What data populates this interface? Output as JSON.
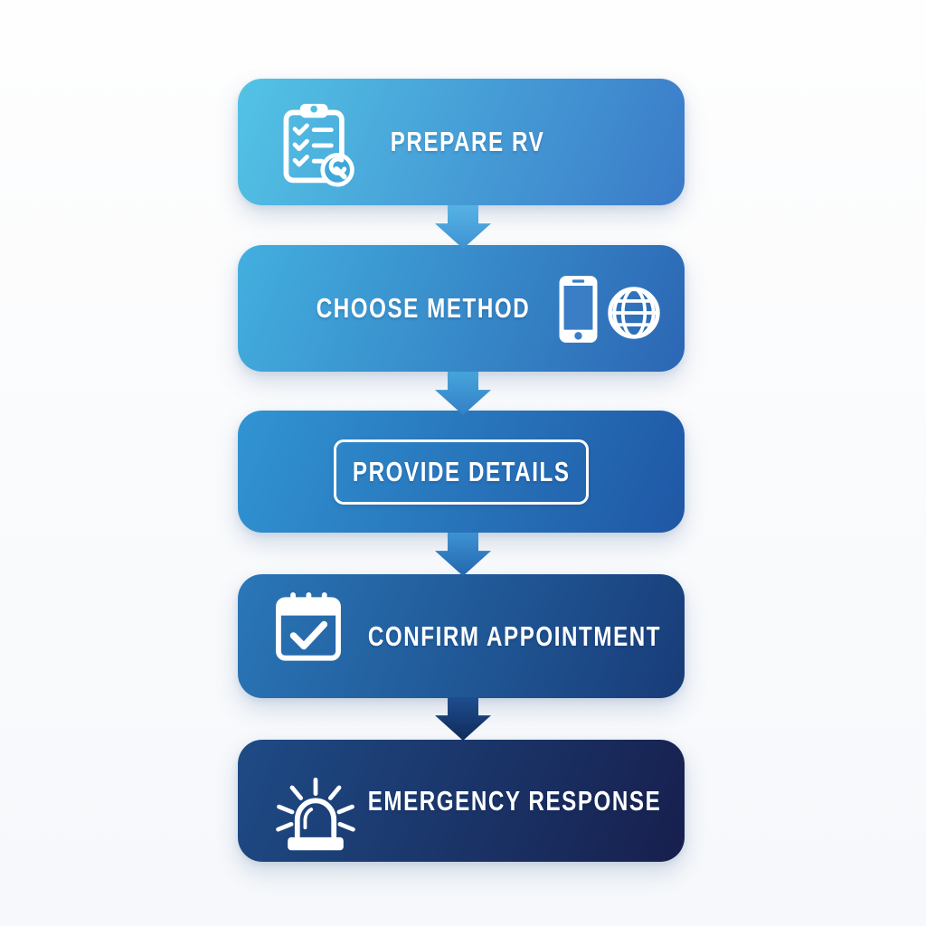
{
  "flow": {
    "steps": [
      {
        "label": "PREPARE RV",
        "icons": [
          "clipboard-checklist-wrench-icon"
        ],
        "gradient": {
          "from": "#53c3e5",
          "to": "#3a7ac8",
          "angle": "112deg"
        }
      },
      {
        "label": "CHOOSE METHOD",
        "icons": [
          "smartphone-icon",
          "globe-icon"
        ],
        "gradient": {
          "from": "#43afdf",
          "to": "#2c66b4",
          "angle": "112deg"
        }
      },
      {
        "label": "PROVIDE DETAILS",
        "variant": "outlined-box",
        "icons": [],
        "gradient": {
          "from": "#3194d3",
          "to": "#1f57a5",
          "angle": "112deg"
        }
      },
      {
        "label": "CONFIRM APPOINTMENT",
        "icons": [
          "calendar-check-icon"
        ],
        "gradient": {
          "from": "#2a77b8",
          "to": "#183c78",
          "angle": "112deg"
        }
      },
      {
        "label": "EMERGENCY RESPONSE",
        "icons": [
          "siren-icon"
        ],
        "gradient": {
          "from": "#1e4b86",
          "to": "#171f4d",
          "angle": "112deg"
        }
      }
    ],
    "connectors": [
      {
        "name": "arrow-down",
        "gradient": {
          "from": "#56b2e4",
          "to": "#3f92d2",
          "angle": "180deg"
        }
      },
      {
        "name": "arrow-down",
        "gradient": {
          "from": "#45a4da",
          "to": "#3380c6",
          "angle": "180deg"
        }
      },
      {
        "name": "arrow-down",
        "gradient": {
          "from": "#3c92d2",
          "to": "#2566ae",
          "angle": "180deg"
        }
      },
      {
        "name": "arrow-down",
        "gradient": {
          "from": "#1d4e8e",
          "to": "#112a5a",
          "angle": "180deg"
        }
      }
    ],
    "text_color": "#ffffff",
    "background_color": "#fbfcfd"
  }
}
